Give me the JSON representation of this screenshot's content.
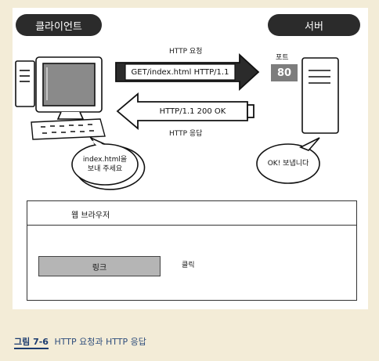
{
  "header": {
    "client_label": "클라이언트",
    "server_label": "서버"
  },
  "request": {
    "title": "HTTP 요청",
    "text": "GET/index.html HTTP/1.1"
  },
  "response": {
    "title": "HTTP 응답",
    "text": "HTTP/1.1 200 OK"
  },
  "port": {
    "label": "포트",
    "number": "80"
  },
  "bubbles": {
    "client_line1": "index.html을",
    "client_line2": "보내 주세요",
    "server": "OK! 보냅니다"
  },
  "browser": {
    "title": "웹 브라우저",
    "link_label": "링크",
    "click_label": "클릭"
  },
  "caption": {
    "figure": "그림 7-6",
    "text": "HTTP 요청과 HTTP 응답"
  },
  "colors": {
    "page_bg": "#f3ecd7",
    "pill": "#2b2b2b",
    "port_box": "#7d7d7d",
    "link_box": "#b5b5b5",
    "caption": "#1b3b6f"
  }
}
